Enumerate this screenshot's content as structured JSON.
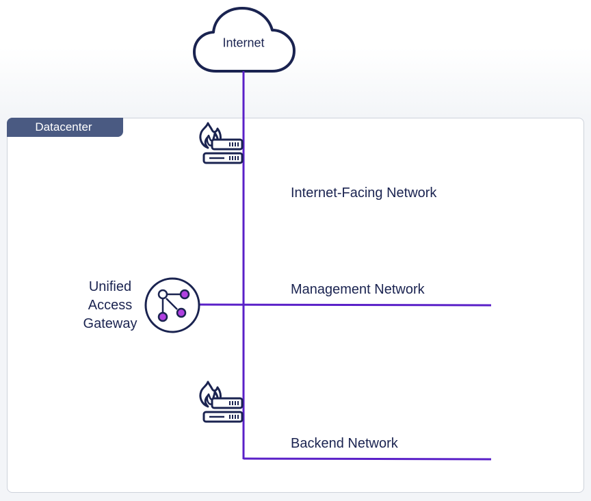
{
  "cloud": {
    "label": "Internet",
    "icon": "cloud-icon"
  },
  "container": {
    "label": "Datacenter"
  },
  "networks": [
    {
      "label": "Internet-Facing Network"
    },
    {
      "label": "Management Network"
    },
    {
      "label": "Backend Network"
    }
  ],
  "gateway": {
    "label_lines": [
      "Unified",
      "Access",
      "Gateway"
    ],
    "icon": "gateway-network-icon"
  },
  "firewalls": [
    {
      "icon": "firewall-server-icon"
    },
    {
      "icon": "firewall-server-icon"
    }
  ],
  "colors": {
    "line": "#5a20c8",
    "icon_stroke": "#1a2350",
    "node_fill": "#b040e0",
    "label_bg": "#4a5a82",
    "container_border": "#cdd2db"
  }
}
